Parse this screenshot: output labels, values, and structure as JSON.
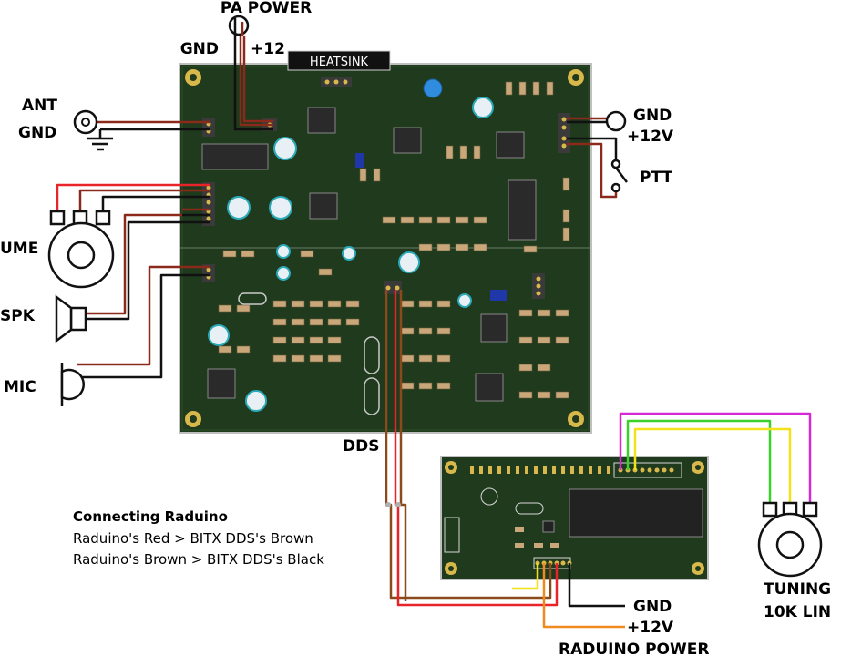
{
  "labels": {
    "pa_power": "PA POWER",
    "gnd_top": "GND",
    "plus12_top": "+12",
    "heatsink": "HEATSINK",
    "ant": "ANT",
    "gnd_ant": "GND",
    "gnd_right": "GND",
    "plus12v_right": "+12V",
    "ptt": "PTT",
    "volume": "UME",
    "spk": "SPK",
    "mic": "MIC",
    "dds": "DDS",
    "tuning_line1": "TUNING",
    "tuning_line2": "10K LIN",
    "gnd_bottom": "GND",
    "plus12v_bottom": "+12V",
    "raduino_power": "RADUINO POWER"
  },
  "note": {
    "title": "Connecting Raduino",
    "line1": "Raduino's Red > BITX DDS's Brown",
    "line2": "Raduino's Brown > BITX DDS's Black"
  },
  "colors": {
    "pcb": "#1f3a1d",
    "pcb_edge": "#c8c8c8",
    "pad_gold": "#d8b84a",
    "wire_red": "#e8242b",
    "wire_brown": "#8a4a1c",
    "wire_darkred": "#8b2a1a",
    "wire_black": "#111111",
    "wire_yellow": "#f2e21a",
    "wire_green": "#3ad22a",
    "wire_magenta": "#d629d6",
    "wire_orange": "#f08a1e"
  },
  "icons": [
    "dc-jack-icon",
    "ground-symbol-icon",
    "bnc-connector-icon",
    "potentiometer-icon",
    "speaker-icon",
    "microphone-icon",
    "switch-icon"
  ]
}
